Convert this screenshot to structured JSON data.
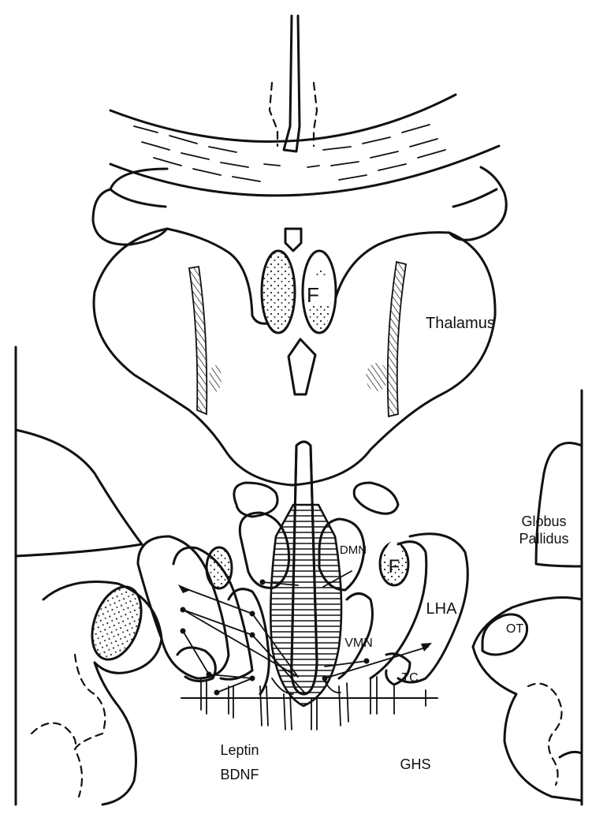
{
  "labels": {
    "thalamus": "Thalamus",
    "fornix_upper": "F",
    "fornix_lower": "F",
    "globus_line1": "Globus",
    "globus_line2": "Pallidus",
    "dmn": "DMN",
    "lha": "LHA",
    "vmn": "VMN",
    "ot": "OT",
    "tc": "TC",
    "leptin": "Leptin",
    "bdnf": "BDNF",
    "ghs": "GHS"
  },
  "icons": {
    "pointer_left": "triangle-pointer",
    "pointer_right": "triangle-pointer"
  },
  "colors": {
    "ink": "#111111",
    "background": "#ffffff"
  }
}
